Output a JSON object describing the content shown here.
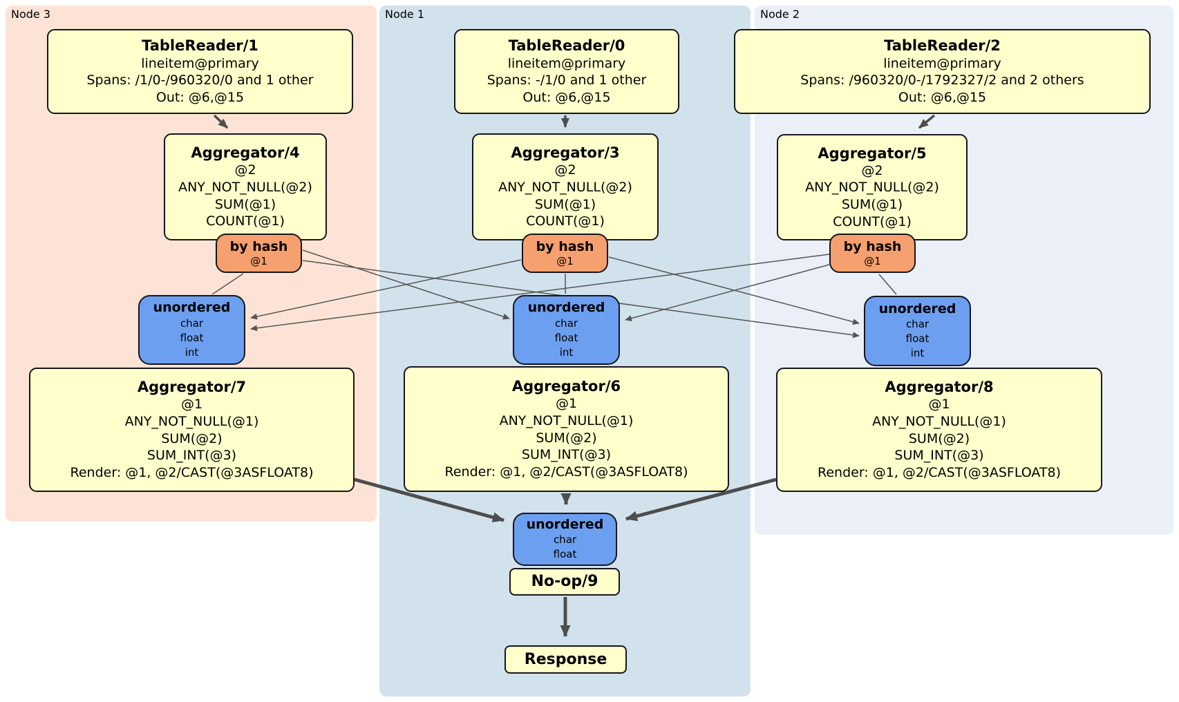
{
  "colors": {
    "node3_panel": "#fce3d6",
    "node1_panel": "#d2e2ec",
    "node2_panel": "#eaeff8",
    "processor_fill": "#ffffcc",
    "router_fill": "#f5a06e",
    "sync_fill": "#6d9ff0",
    "edge": "#4d4d4d"
  },
  "node3": {
    "label": "Node 3",
    "table_reader": {
      "title": "TableReader/1",
      "lines": [
        "lineitem@primary",
        "Spans: /1/0-/960320/0 and 1 other",
        "Out: @6,@15"
      ]
    },
    "aggregator_stage1": {
      "title": "Aggregator/4",
      "lines": [
        "@2",
        "ANY_NOT_NULL(@2)",
        "SUM(@1)",
        "COUNT(@1)"
      ]
    },
    "router": {
      "title": "by hash",
      "lines": [
        "@1"
      ]
    },
    "sync": {
      "title": "unordered",
      "lines": [
        "char",
        "float",
        "int"
      ]
    },
    "aggregator_stage2": {
      "title": "Aggregator/7",
      "lines": [
        "@1",
        "ANY_NOT_NULL(@1)",
        "SUM(@2)",
        "SUM_INT(@3)",
        "Render: @1, @2/CAST(@3ASFLOAT8)"
      ]
    }
  },
  "node1": {
    "label": "Node 1",
    "table_reader": {
      "title": "TableReader/0",
      "lines": [
        "lineitem@primary",
        "Spans: -/1/0 and 1 other",
        "Out: @6,@15"
      ]
    },
    "aggregator_stage1": {
      "title": "Aggregator/3",
      "lines": [
        "@2",
        "ANY_NOT_NULL(@2)",
        "SUM(@1)",
        "COUNT(@1)"
      ]
    },
    "router": {
      "title": "by hash",
      "lines": [
        "@1"
      ]
    },
    "sync": {
      "title": "unordered",
      "lines": [
        "char",
        "float",
        "int"
      ]
    },
    "aggregator_stage2": {
      "title": "Aggregator/6",
      "lines": [
        "@1",
        "ANY_NOT_NULL(@1)",
        "SUM(@2)",
        "SUM_INT(@3)",
        "Render: @1, @2/CAST(@3ASFLOAT8)"
      ]
    },
    "final_sync": {
      "title": "unordered",
      "lines": [
        "char",
        "float"
      ]
    },
    "noop": {
      "title": "No-op/9"
    },
    "response": {
      "title": "Response"
    }
  },
  "node2": {
    "label": "Node 2",
    "table_reader": {
      "title": "TableReader/2",
      "lines": [
        "lineitem@primary",
        "Spans: /960320/0-/1792327/2 and 2 others",
        "Out: @6,@15"
      ]
    },
    "aggregator_stage1": {
      "title": "Aggregator/5",
      "lines": [
        "@2",
        "ANY_NOT_NULL(@2)",
        "SUM(@1)",
        "COUNT(@1)"
      ]
    },
    "router": {
      "title": "by hash",
      "lines": [
        "@1"
      ]
    },
    "sync": {
      "title": "unordered",
      "lines": [
        "char",
        "float",
        "int"
      ]
    },
    "aggregator_stage2": {
      "title": "Aggregator/8",
      "lines": [
        "@1",
        "ANY_NOT_NULL(@1)",
        "SUM(@2)",
        "SUM_INT(@3)",
        "Render: @1, @2/CAST(@3ASFLOAT8)"
      ]
    }
  }
}
